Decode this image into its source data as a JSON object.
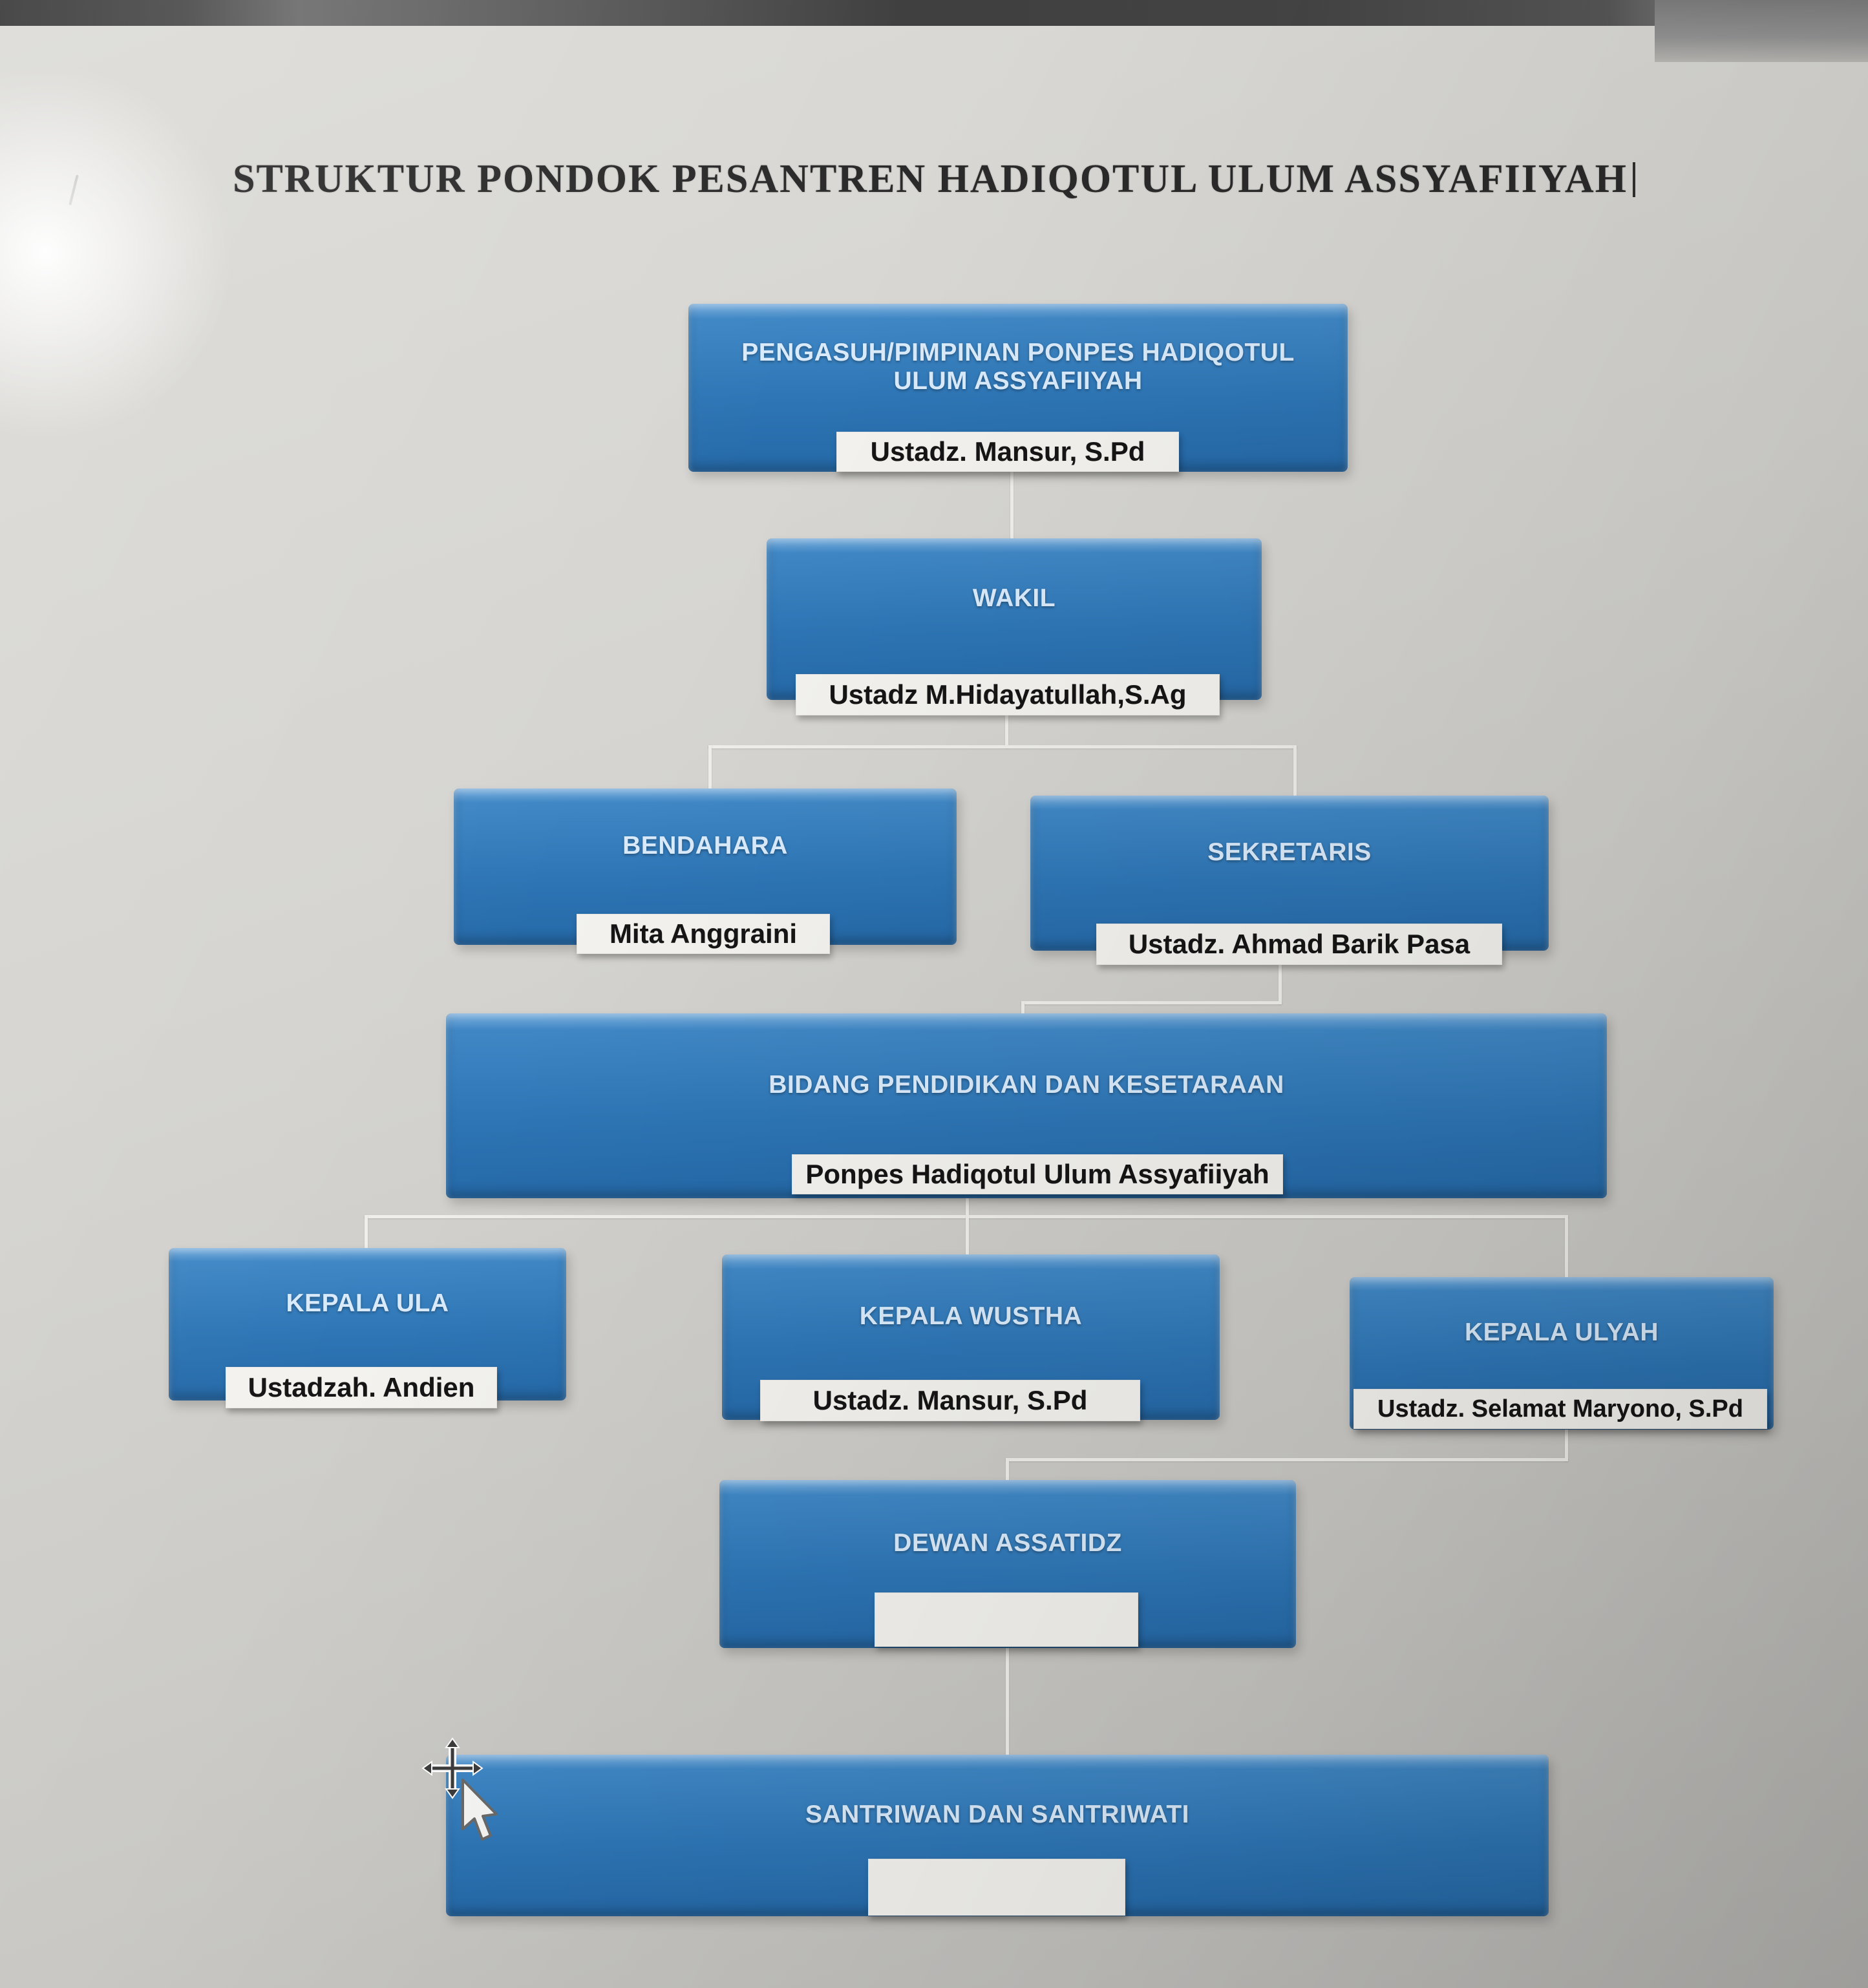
{
  "diagram": {
    "title": "STRUKTUR PONDOK PESANTREN HADIQOTUL ULUM ASSYAFIIYAH",
    "nodes": {
      "pengasuh": {
        "role": "PENGASUH/PIMPINAN PONPES HADIQOTUL ULUM ASSYAFIIYAH",
        "person": "Ustadz. Mansur, S.Pd"
      },
      "wakil": {
        "role": "WAKIL",
        "person": "Ustadz M.Hidayatullah,S.Ag"
      },
      "bendahara": {
        "role": "BENDAHARA",
        "person": "Mita Anggraini"
      },
      "sekretaris": {
        "role": "SEKRETARIS",
        "person": "Ustadz. Ahmad Barik Pasa"
      },
      "bidang": {
        "role": "BIDANG PENDIDIKAN DAN KESETARAAN",
        "person": "Ponpes Hadiqotul Ulum Assyafiiyah"
      },
      "kepala_ula": {
        "role": "KEPALA ULA",
        "person": "Ustadzah. Andien"
      },
      "kepala_wustha": {
        "role": "KEPALA WUSTHA",
        "person": "Ustadz. Mansur, S.Pd"
      },
      "kepala_ulyah": {
        "role": "KEPALA ULYAH",
        "person": "Ustadz. Selamat Maryono, S.Pd"
      },
      "dewan": {
        "role": "DEWAN ASSATIDZ",
        "person": ""
      },
      "santri": {
        "role": "SANTRIWAN DAN SANTRIWATI",
        "person": ""
      }
    },
    "colors": {
      "box_fill": "#2e76b6",
      "box_text": "#d9eafa",
      "label_bg": "#f3f2ee",
      "connector": "#efeeea"
    },
    "icons": {
      "move_cursor": "move-cursor",
      "arrow_pointer": "arrow-pointer"
    }
  }
}
